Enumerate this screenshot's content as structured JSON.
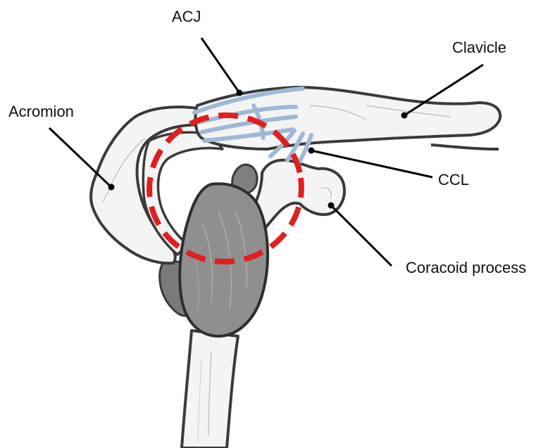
{
  "labels": {
    "acj": "ACJ",
    "clavicle": "Clavicle",
    "acromion": "Acromion",
    "ccl": "CCL",
    "coracoid_process": "Coracoid process"
  },
  "colors": {
    "bone_fill": "#f4f4f4",
    "bone_outline": "#3a3a3a",
    "glenoid_fill": "#8f8f8f",
    "ligament": "#9fb8d6",
    "highlight_circle": "#e02020",
    "leader_line": "#000000"
  }
}
